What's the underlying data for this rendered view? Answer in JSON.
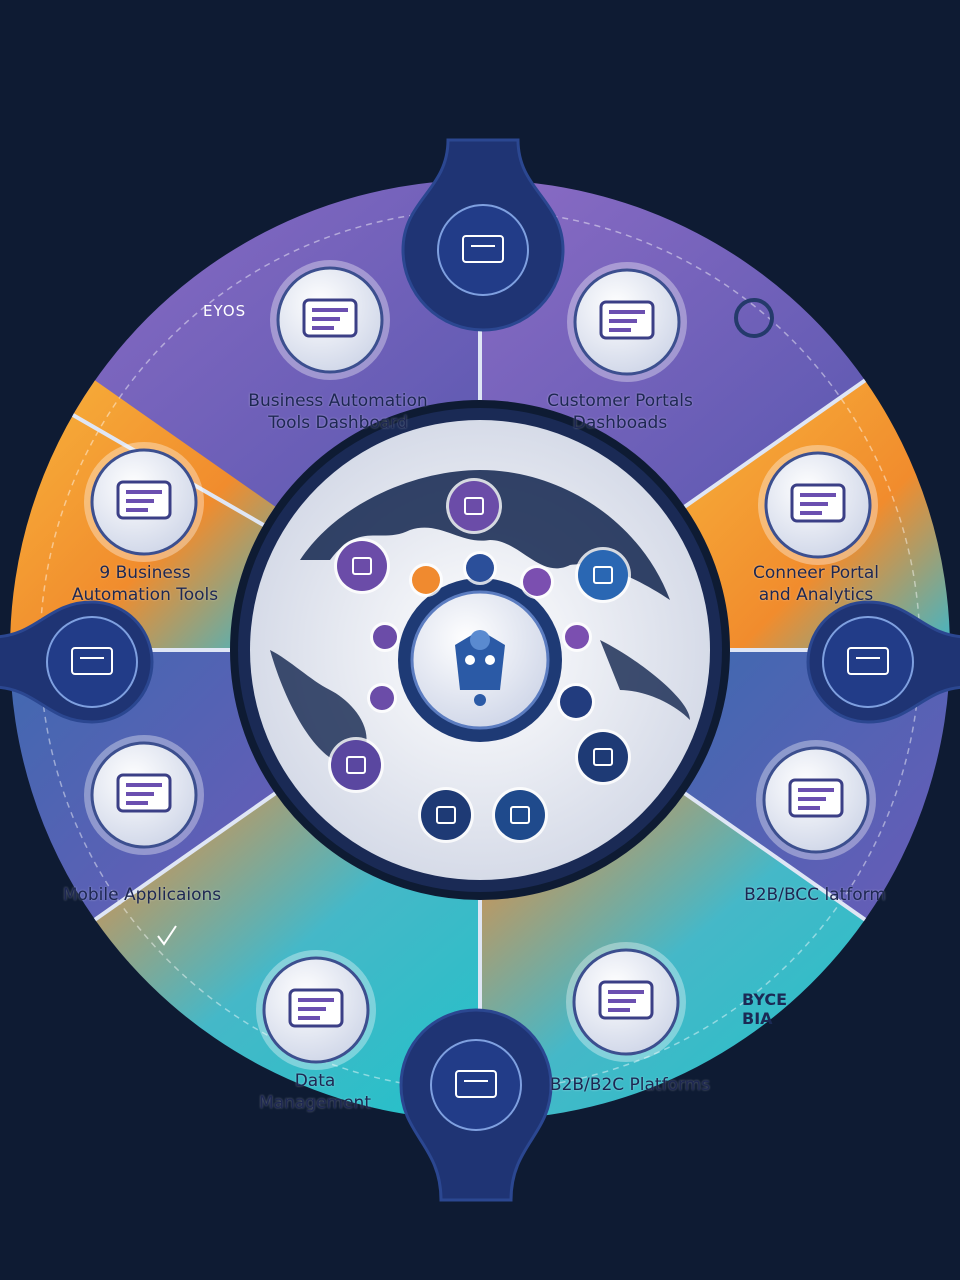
{
  "segments": [
    {
      "id": "top-left",
      "line1": "Business Automation",
      "line2": "Tools Dashboard"
    },
    {
      "id": "top-right",
      "line1": "Customer Portals",
      "line2": "Dashboads"
    },
    {
      "id": "right-upper",
      "line1": "Conneer Portal",
      "line2": "and Analytics"
    },
    {
      "id": "right-lower",
      "line1": "B2B/BCC latform",
      "line2": ""
    },
    {
      "id": "bottom-right",
      "line1": "B2B/B2C Platforms",
      "line2": ""
    },
    {
      "id": "bottom-left",
      "line1": "Data",
      "line2": "Management"
    },
    {
      "id": "left-lower",
      "line1": "Mobile Applicaions",
      "line2": ""
    },
    {
      "id": "left-upper",
      "line1": "9 Business",
      "line2": "Automation Tools"
    }
  ],
  "corner_text": "EYOS",
  "side_text": {
    "line1": "BYCE",
    "line2": "BIA"
  },
  "colors": {
    "background": "#0e1b33",
    "purple": "#7b5ab8",
    "orange": "#f39a2a",
    "teal": "#27c2c9",
    "blue": "#3c5fa8",
    "navy": "#1d2f6f",
    "center": "#e8ebf3"
  },
  "icons": {
    "segments": [
      "meeting-icon",
      "book-icon",
      "analytics-icon",
      "team-icon",
      "people-icon",
      "data-icon",
      "mobile-icon",
      "checklist-icon"
    ],
    "connectors": [
      "monitor-icon",
      "tablet-icon",
      "pin-icon",
      "laptop-icon"
    ],
    "center": "robot-icon",
    "mini": [
      "grid-icon",
      "handshake-icon",
      "users-icon",
      "shield-icon",
      "building-icon",
      "location-icon",
      "network-icon",
      "gear-icon"
    ]
  }
}
